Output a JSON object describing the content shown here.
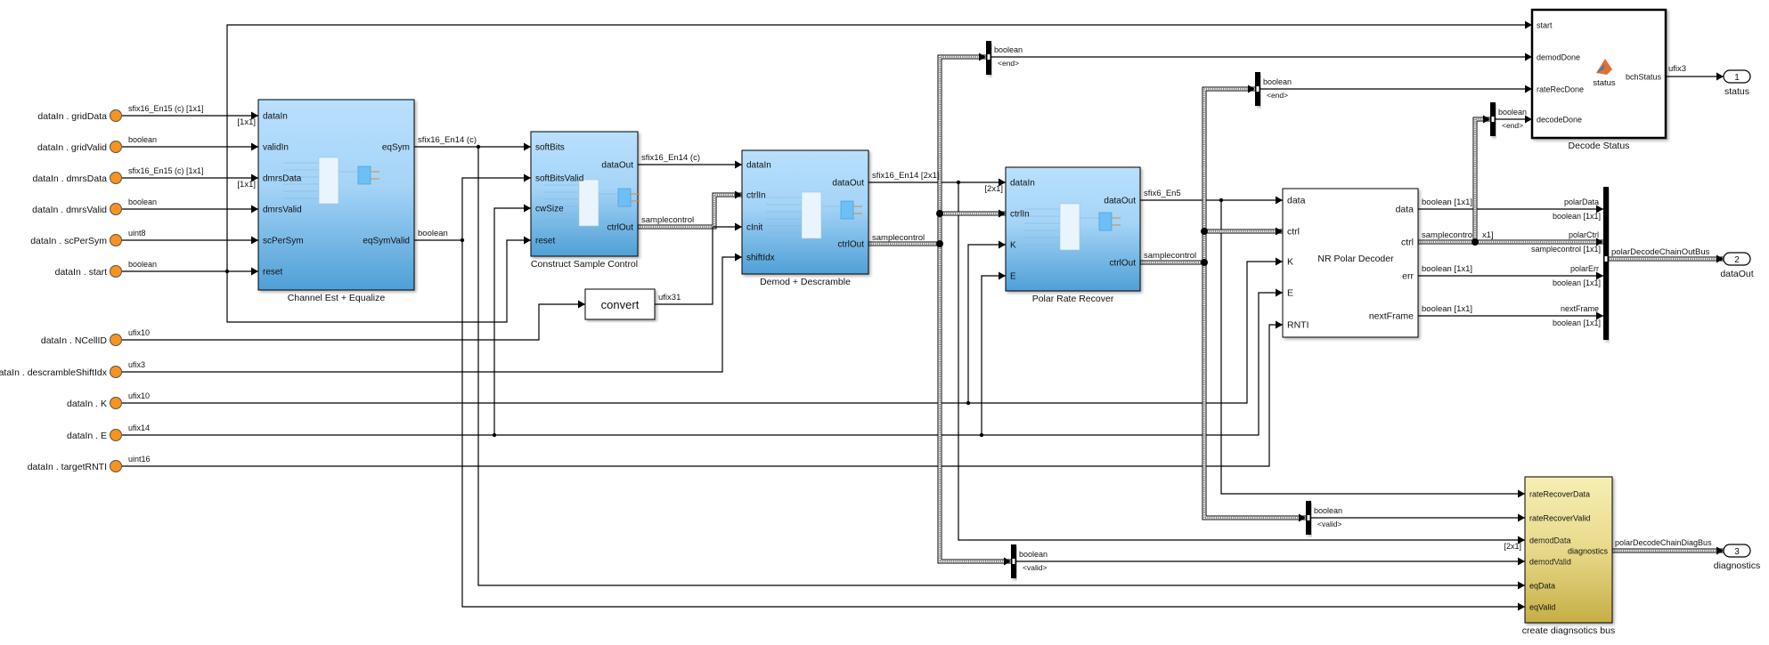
{
  "inputs": [
    {
      "label": "dataIn . gridData",
      "type": "sfix16_En15 (c) [1x1]"
    },
    {
      "label": "dataIn . gridValid",
      "type": "boolean"
    },
    {
      "label": "dataIn . dmrsData",
      "type": "sfix16_En15 (c) [1x1]"
    },
    {
      "label": "dataIn . dmrsValid",
      "type": "boolean"
    },
    {
      "label": "dataIn . scPerSym",
      "type": "uint8"
    },
    {
      "label": "dataIn . start",
      "type": "boolean"
    },
    {
      "label": "dataIn . NCellID",
      "type": "ufix10"
    },
    {
      "label": "dataIn . descrambleShiftIdx",
      "type": "ufix3"
    },
    {
      "label": "dataIn . K",
      "type": "ufix10"
    },
    {
      "label": "dataIn . E",
      "type": "ufix14"
    },
    {
      "label": "dataIn . targetRNTI",
      "type": "uint16"
    }
  ],
  "blocks": {
    "channel_est": {
      "title": "Channel Est + Equalize",
      "in": [
        "dataIn",
        "validIn",
        "dmrsData",
        "dmrsValid",
        "scPerSym",
        "reset"
      ],
      "out": [
        "eqSym",
        "eqSymValid"
      ]
    },
    "construct": {
      "title": "Construct Sample Control",
      "in": [
        "softBits",
        "softBitsValid",
        "cwSize",
        "reset"
      ],
      "out": [
        "dataOut",
        "ctrlOut"
      ]
    },
    "convert": {
      "title": "convert"
    },
    "demod": {
      "title": "Demod + Descramble",
      "in": [
        "dataIn",
        "ctrlIn",
        "cInit",
        "shiftIdx"
      ],
      "out": [
        "dataOut",
        "ctrlOut"
      ]
    },
    "rate_recover": {
      "title": "Polar Rate Recover",
      "in": [
        "dataIn",
        "ctrlIn",
        "K",
        "E"
      ],
      "out": [
        "dataOut",
        "ctrlOut"
      ]
    },
    "decoder": {
      "title": "NR Polar Decoder",
      "in": [
        "data",
        "ctrl",
        "K",
        "E",
        "RNTI"
      ],
      "out": [
        "data",
        "ctrl",
        "err",
        "nextFrame"
      ]
    },
    "decode_status": {
      "title": "Decode Status",
      "icon_label": "status",
      "in": [
        "start",
        "demodDone",
        "rateRecDone",
        "decodeDone"
      ],
      "out": [
        "bchStatus"
      ]
    },
    "diag": {
      "title": "create diagnsotics bus",
      "in": [
        "rateRecoverData",
        "rateRecoverValid",
        "demodData",
        "demodValid",
        "eqData",
        "eqValid"
      ],
      "out": [
        "diagnostics"
      ]
    }
  },
  "signals": {
    "eqSym": "sfix16_En14 (c)",
    "eqSymValid": "boolean",
    "csc_dataOut": "sfix16_En14 (c)",
    "csc_ctrlOut": "samplecontrol",
    "convert_out": "ufix31",
    "demod_dataOut": "sfix16_En14 [2x1]",
    "demod_ctrlOut": "samplecontrol",
    "rr_dataOut": "sfix6_En5",
    "rr_ctrlOut": "samplecontrol",
    "dec_data": "boolean [1x1]",
    "dec_ctrl": "samplecontrol",
    "dec_ctrl_dim": "x1]",
    "dec_err": "boolean [1x1]",
    "dec_nextFrame": "boolean [1x1]",
    "bchStatus": "ufix3",
    "out_bus": "polarDecodeChainOutBus",
    "diag_bus": "polarDecodeChainDiagBus",
    "dim_1x1": "[1x1]",
    "dim_2x1": "[2x1]"
  },
  "selectors": [
    {
      "type": "boolean",
      "element": "<end>"
    },
    {
      "type": "boolean",
      "element": "<end>"
    },
    {
      "type": "boolean",
      "element": "<end>"
    },
    {
      "type": "boolean",
      "element": "<valid>"
    },
    {
      "type": "boolean",
      "element": "<valid>"
    }
  ],
  "bus_creator": {
    "elements": [
      {
        "name": "polarData",
        "type": "boolean [1x1]"
      },
      {
        "name": "polarCtrl",
        "type": "samplecontrol [1x1]"
      },
      {
        "name": "polarErr",
        "type": "boolean [1x1]"
      },
      {
        "name": "nextFrame",
        "type": "boolean [1x1]"
      }
    ]
  },
  "outports": [
    {
      "num": "1",
      "name": "status"
    },
    {
      "num": "2",
      "name": "dataOut"
    },
    {
      "num": "3",
      "name": "diagnostics"
    }
  ],
  "colors": {
    "inport": "#f7931e",
    "subsystem_top": "#b9e0fd",
    "subsystem_bottom": "#4f9fd6",
    "diag_top": "#f6eeb4",
    "diag_bottom": "#c6ae45"
  }
}
